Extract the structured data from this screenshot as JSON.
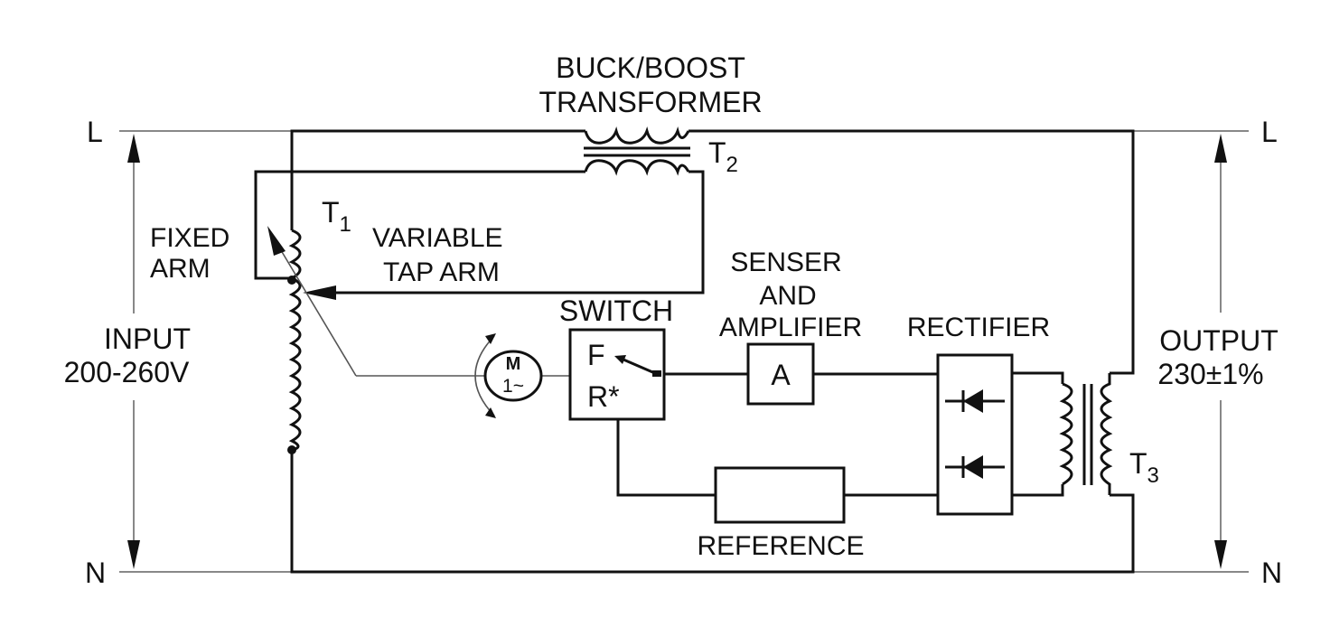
{
  "diagram": {
    "title": "Servo-motor driven automatic voltage stabilizer",
    "labels": {
      "buck_boost_line1": "BUCK/BOOST",
      "buck_boost_line2": "TRANSFORMER",
      "t2": "T",
      "t2_sub": "2",
      "t1": "T",
      "t1_sub": "1",
      "t3": "T",
      "t3_sub": "3",
      "fixed_arm_line1": "FIXED",
      "fixed_arm_line2": "ARM",
      "variable_tap_line1": "VARIABLE",
      "variable_tap_line2": "TAP ARM",
      "switch": "SWITCH",
      "switch_f": "F",
      "switch_r": "R*",
      "senser_line1": "SENSER",
      "senser_line2": "AND",
      "senser_line3": "AMPLIFIER",
      "amplifier_symbol": "A",
      "rectifier": "RECTIFIER",
      "reference": "REFERENCE",
      "motor_m": "M",
      "motor_phase": "1~",
      "input_line1": "INPUT",
      "input_line2": "200-260V",
      "output_line1": "OUTPUT",
      "output_line2": "230±1%",
      "l_left": "L",
      "n_left": "N",
      "l_right": "L",
      "n_right": "N"
    },
    "components": [
      {
        "id": "T1",
        "type": "variable-autotransformer"
      },
      {
        "id": "T2",
        "type": "buck-boost-transformer"
      },
      {
        "id": "T3",
        "type": "sensing-transformer"
      },
      {
        "id": "M",
        "type": "single-phase-servo-motor"
      },
      {
        "id": "switch",
        "type": "forward-reverse-switch"
      },
      {
        "id": "A",
        "type": "amplifier"
      },
      {
        "id": "rectifier",
        "type": "diode-rectifier"
      },
      {
        "id": "reference",
        "type": "reference-block"
      }
    ]
  }
}
